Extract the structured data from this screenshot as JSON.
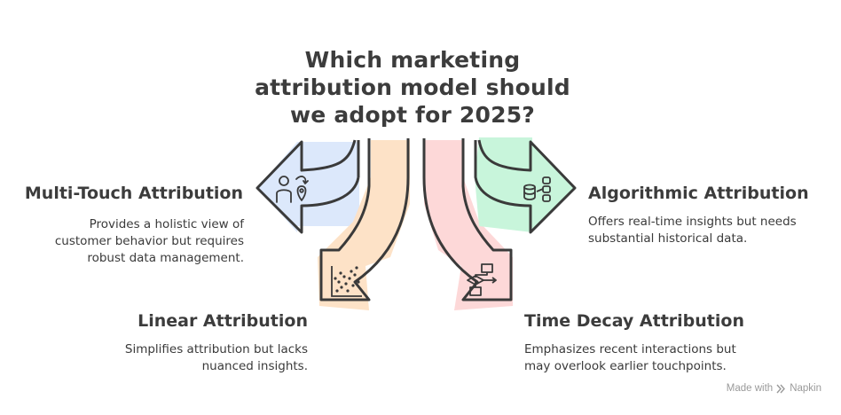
{
  "title": "Which marketing\nattribution model should\nwe adopt for 2025?",
  "items": [
    {
      "heading": "Multi-Touch Attribution",
      "desc": "Provides a holistic view of\ncustomer behavior but requires\nrobust data management.",
      "color": "#dce8fb",
      "icon": "person-location-icon"
    },
    {
      "heading": "Linear Attribution",
      "desc": "Simplifies attribution but lacks\nnuanced insights.",
      "color": "#fde0c4",
      "icon": "scatter-plot-icon"
    },
    {
      "heading": "Time Decay Attribution",
      "desc": "Emphasizes recent interactions but\nmay overlook earlier touchpoints.",
      "color": "#fdd6d6",
      "icon": "flowchart-icon"
    },
    {
      "heading": "Algorithmic Attribution",
      "desc": "Offers real-time insights but needs\nsubstantial historical data.",
      "color": "#c8f5db",
      "icon": "database-icon"
    }
  ],
  "footer": {
    "made_with": "Made with",
    "brand": "Napkin"
  }
}
